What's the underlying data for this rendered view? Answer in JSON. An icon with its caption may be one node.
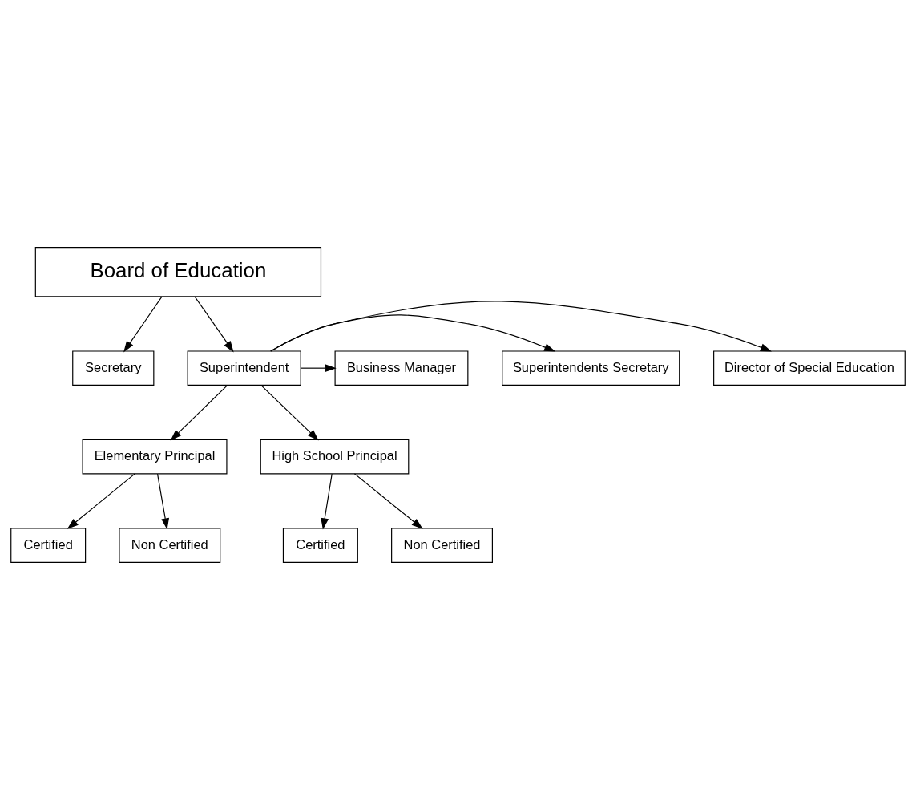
{
  "diagram": {
    "nodes": [
      {
        "text": [
          "Board of Education"
        ]
      },
      {
        "text": [
          "Secretary"
        ]
      },
      {
        "text": [
          "Superintendent"
        ]
      },
      {
        "text": [
          "Director of Special Education"
        ]
      },
      {
        "text": [
          "Superintendents Secretary"
        ]
      },
      {
        "text": [
          "Business Manager"
        ]
      },
      {
        "text": [
          "Elementary Principal"
        ]
      },
      {
        "text": [
          "High School Principal"
        ]
      },
      {
        "text": [
          "Certified"
        ]
      },
      {
        "text": [
          "Non Certified"
        ]
      },
      {
        "text": [
          "Certified"
        ]
      },
      {
        "text": [
          "Non Certified"
        ]
      }
    ],
    "edges": [
      {
        "from": 0,
        "to": 1,
        "arrow": "to"
      },
      {
        "from": 0,
        "to": 2,
        "arrow": "to"
      },
      {
        "from": 2,
        "to": 3,
        "arrow": "to"
      },
      {
        "from": 2,
        "to": 4,
        "arrow": "to"
      },
      {
        "from": 2,
        "to": 5,
        "arrow": "to"
      },
      {
        "from": 2,
        "to": 6,
        "arrow": "to"
      },
      {
        "from": 2,
        "to": 7,
        "arrow": "to"
      },
      {
        "from": 6,
        "to": 8,
        "arrow": "to"
      },
      {
        "from": 6,
        "to": 9,
        "arrow": "to"
      },
      {
        "from": 7,
        "to": 10,
        "arrow": "to"
      },
      {
        "from": 7,
        "to": 11,
        "arrow": "to"
      }
    ]
  }
}
